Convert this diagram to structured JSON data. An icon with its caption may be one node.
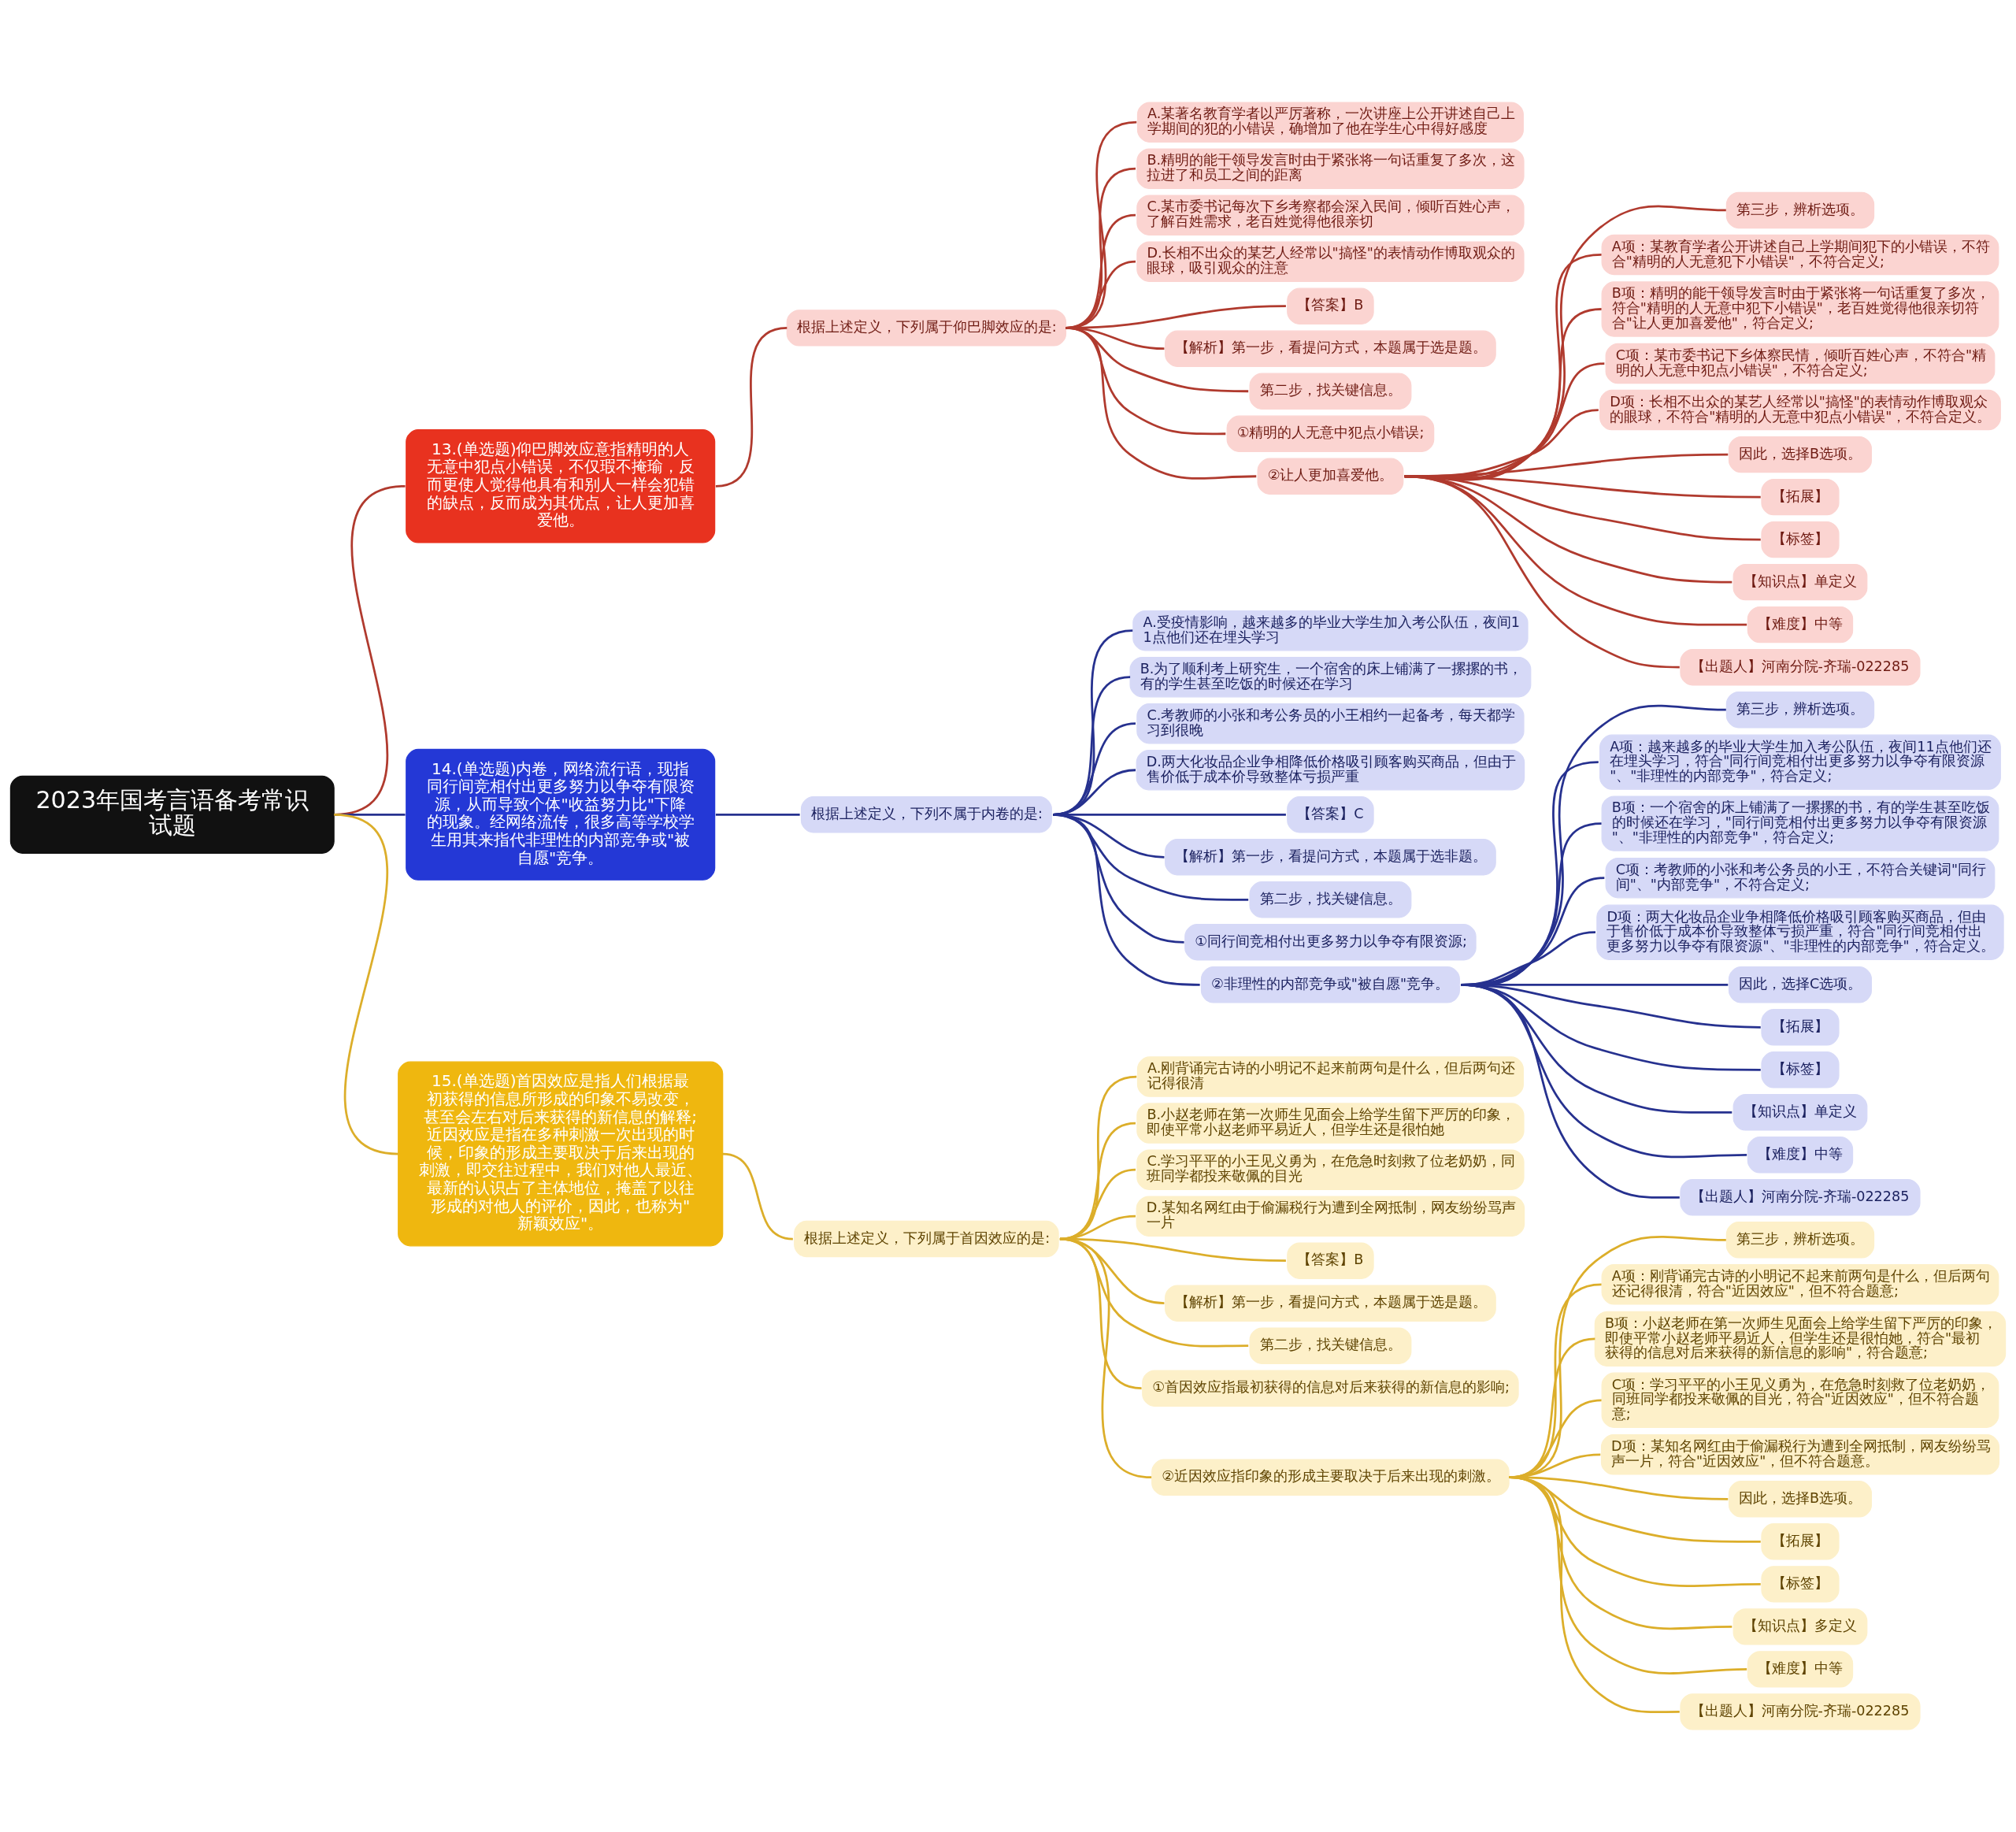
{
  "diagram": {
    "nodes": [
      {
        "text": [
          "2023年国考言语备考常识试题"
        ]
      },
      {
        "text": [
          "13.(单选题)仰巴脚效应意指精明的人无意中犯点小错误，不仅瑕不掩瑜，反而更使人觉得他具有和别人一样会犯错的缺点，反而成为其优点，让人更加喜爱他。"
        ]
      },
      {
        "text": [
          "根据上述定义，下列属于仰巴脚效应的是:"
        ]
      },
      {
        "text": [
          "A.某著名教育学者以严厉著称，一次讲座上公开讲述自己上学期间的犯的小错误，确增加了他在学生心中得好感度"
        ]
      },
      {
        "text": [
          "B.精明的能干领导发言时由于紧张将一句话重复了多次，这拉进了和员工之间的距离"
        ]
      },
      {
        "text": [
          "C.某市委书记每次下乡考察都会深入民间，倾听百姓心声，了解百姓需求，老百姓觉得他很亲切"
        ]
      },
      {
        "text": [
          "D.长相不出众的某艺人经常以\"搞怪\"的表情动作博取观众的眼球，吸引观众的注意"
        ]
      },
      {
        "text": [
          "【答案】B"
        ]
      },
      {
        "text": [
          "【解析】第一步，看提问方式，本题属于选是题。"
        ]
      },
      {
        "text": [
          "第二步，找关键信息。"
        ]
      },
      {
        "text": [
          "①精明的人无意中犯点小错误;"
        ]
      },
      {
        "text": [
          "②让人更加喜爱他。"
        ]
      },
      {
        "text": [
          "第三步，辨析选项。"
        ]
      },
      {
        "text": [
          "A项：某教育学者公开讲述自己上学期间犯下的小错误，不符合\"精明的人无意犯下小错误\"，不符合定义;"
        ]
      },
      {
        "text": [
          "B项：精明的能干领导发言时由于紧张将一句话重复了多次，符合\"精明的人无意中犯下小错误\"，老百姓觉得他很亲切符合\"让人更加喜爱他\"，符合定义;"
        ]
      },
      {
        "text": [
          "C项：某市委书记下乡体察民情，倾听百姓心声，不符合\"精明的人无意中犯点小错误\"，不符合定义;"
        ]
      },
      {
        "text": [
          "D项：长相不出众的某艺人经常以\"搞怪\"的表情动作博取观众的眼球，不符合\"精明的人无意中犯点小错误\"，不符合定义。"
        ]
      },
      {
        "text": [
          "因此，选择B选项。"
        ]
      },
      {
        "text": [
          "【拓展】"
        ]
      },
      {
        "text": [
          "【标签】"
        ]
      },
      {
        "text": [
          "【知识点】单定义"
        ]
      },
      {
        "text": [
          "【难度】中等"
        ]
      },
      {
        "text": [
          "【出题人】河南分院-齐瑞-022285"
        ]
      },
      {
        "text": [
          "14.(单选题)内卷，网络流行语，现指同行间竞相付出更多努力以争夺有限资源，从而导致个体\"收益努力比\"下降的现象。经网络流传，很多高等学校学生用其来指代非理性的内部竞争或\"被自愿\"竞争。"
        ]
      },
      {
        "text": [
          "根据上述定义，下列不属于内卷的是:"
        ]
      },
      {
        "text": [
          "A.受疫情影响，越来越多的毕业大学生加入考公队伍，夜间11点他们还在埋头学习"
        ]
      },
      {
        "text": [
          "B.为了顺利考上研究生，一个宿舍的床上铺满了一摞摞的书，有的学生甚至吃饭的时候还在学习"
        ]
      },
      {
        "text": [
          "C.考教师的小张和考公务员的小王相约一起备考，每天都学习到很晚"
        ]
      },
      {
        "text": [
          "D.两大化妆品企业争相降低价格吸引顾客购买商品，但由于售价低于成本价导致整体亏损严重"
        ]
      },
      {
        "text": [
          "【答案】C"
        ]
      },
      {
        "text": [
          "【解析】第一步，看提问方式，本题属于选非题。"
        ]
      },
      {
        "text": [
          "第二步，找关键信息。"
        ]
      },
      {
        "text": [
          "①同行间竞相付出更多努力以争夺有限资源;"
        ]
      },
      {
        "text": [
          "②非理性的内部竞争或\"被自愿\"竞争。"
        ]
      },
      {
        "text": [
          "第三步，辨析选项。"
        ]
      },
      {
        "text": [
          "A项：越来越多的毕业大学生加入考公队伍，夜间11点他们还在埋头学习，符合\"同行间竞相付出更多努力以争夺有限资源\"、\"非理性的内部竞争\"，符合定义;"
        ]
      },
      {
        "text": [
          "B项：一个宿舍的床上铺满了一摞摞的书，有的学生甚至吃饭的时候还在学习，\"同行间竞相付出更多努力以争夺有限资源\"、\"非理性的内部竞争\"，符合定义;"
        ]
      },
      {
        "text": [
          "C项：考教师的小张和考公务员的小王，不符合关键词\"同行间\"、\"内部竞争\"，不符合定义;"
        ]
      },
      {
        "text": [
          "D项：两大化妆品企业争相降低价格吸引顾客购买商品，但由于售价低于成本价导致整体亏损严重，符合\"同行间竞相付出更多努力以争夺有限资源\"、\"非理性的内部竞争\"，符合定义。"
        ]
      },
      {
        "text": [
          "因此，选择C选项。"
        ]
      },
      {
        "text": [
          "【拓展】"
        ]
      },
      {
        "text": [
          "【标签】"
        ]
      },
      {
        "text": [
          "【知识点】单定义"
        ]
      },
      {
        "text": [
          "【难度】中等"
        ]
      },
      {
        "text": [
          "【出题人】河南分院-齐瑞-022285"
        ]
      },
      {
        "text": [
          "15.(单选题)首因效应是指人们根据最初获得的信息所形成的印象不易改变，甚至会左右对后来获得的新信息的解释;近因效应是指在多种刺激一次出现的时候，印象的形成主要取决于后来出现的刺激，即交往过程中，我们对他人最近、最新的认识占了主体地位，掩盖了以往形成的对他人的评价，因此，也称为\"新颖效应\"。"
        ]
      },
      {
        "text": [
          "根据上述定义，下列属于首因效应的是:"
        ]
      },
      {
        "text": [
          "A.刚背诵完古诗的小明记不起来前两句是什么，但后两句还记得很清"
        ]
      },
      {
        "text": [
          "B.小赵老师在第一次师生见面会上给学生留下严厉的印象，即使平常小赵老师平易近人，但学生还是很怕她"
        ]
      },
      {
        "text": [
          "C.学习平平的小王见义勇为，在危急时刻救了位老奶奶，同班同学都投来敬佩的目光"
        ]
      },
      {
        "text": [
          "D.某知名网红由于偷漏税行为遭到全网抵制，网友纷纷骂声一片"
        ]
      },
      {
        "text": [
          "【答案】B"
        ]
      },
      {
        "text": [
          "【解析】第一步，看提问方式，本题属于选是题。"
        ]
      },
      {
        "text": [
          "第二步，找关键信息。"
        ]
      },
      {
        "text": [
          "①首因效应指最初获得的信息对后来获得的新信息的影响;"
        ]
      },
      {
        "text": [
          "②近因效应指印象的形成主要取决于后来出现的刺激。"
        ]
      },
      {
        "text": [
          "第三步，辨析选项。"
        ]
      },
      {
        "text": [
          "A项：刚背诵完古诗的小明记不起来前两句是什么，但后两句还记得很清，符合\"近因效应\"，但不符合题意;"
        ]
      },
      {
        "text": [
          "B项：小赵老师在第一次师生见面会上给学生留下严厉的印象，即使平常小赵老师平易近人，但学生还是很怕她，符合\"最初获得的信息对后来获得的新信息的影响\"，符合题意;"
        ]
      },
      {
        "text": [
          "C项：学习平平的小王见义勇为，在危急时刻救了位老奶奶，同班同学都投来敬佩的目光，符合\"近因效应\"，但不符合题意;"
        ]
      },
      {
        "text": [
          "D项：某知名网红由于偷漏税行为遭到全网抵制，网友纷纷骂声一片，符合\"近因效应\"，但不符合题意。"
        ]
      },
      {
        "text": [
          "因此，选择B选项。"
        ]
      },
      {
        "text": [
          "【拓展】"
        ]
      },
      {
        "text": [
          "【标签】"
        ]
      },
      {
        "text": [
          "【知识点】多定义"
        ]
      },
      {
        "text": [
          "【难度】中等"
        ]
      },
      {
        "text": [
          "【出题人】河南分院-齐瑞-022285"
        ]
      }
    ],
    "edges": [
      {
        "from": 0,
        "to": 1,
        "arrow": "none",
        "color": "#b03a2e"
      },
      {
        "from": 1,
        "to": 2,
        "arrow": "none",
        "color": "#b03a2e"
      },
      {
        "from": 2,
        "to": 3,
        "arrow": "none",
        "color": "#b03a2e"
      },
      {
        "from": 2,
        "to": 4,
        "arrow": "none",
        "color": "#b03a2e"
      },
      {
        "from": 2,
        "to": 5,
        "arrow": "none",
        "color": "#b03a2e"
      },
      {
        "from": 2,
        "to": 6,
        "arrow": "none",
        "color": "#b03a2e"
      },
      {
        "from": 2,
        "to": 7,
        "arrow": "none",
        "color": "#b03a2e"
      },
      {
        "from": 2,
        "to": 8,
        "arrow": "none",
        "color": "#b03a2e"
      },
      {
        "from": 2,
        "to": 9,
        "arrow": "none",
        "color": "#b03a2e"
      },
      {
        "from": 2,
        "to": 10,
        "arrow": "none",
        "color": "#b03a2e"
      },
      {
        "from": 2,
        "to": 11,
        "arrow": "none",
        "color": "#b03a2e"
      },
      {
        "from": 11,
        "to": 12,
        "arrow": "none",
        "color": "#b03a2e"
      },
      {
        "from": 11,
        "to": 13,
        "arrow": "none",
        "color": "#b03a2e"
      },
      {
        "from": 11,
        "to": 14,
        "arrow": "none",
        "color": "#b03a2e"
      },
      {
        "from": 11,
        "to": 15,
        "arrow": "none",
        "color": "#b03a2e"
      },
      {
        "from": 11,
        "to": 16,
        "arrow": "none",
        "color": "#b03a2e"
      },
      {
        "from": 11,
        "to": 17,
        "arrow": "none",
        "color": "#b03a2e"
      },
      {
        "from": 11,
        "to": 18,
        "arrow": "none",
        "color": "#b03a2e"
      },
      {
        "from": 11,
        "to": 19,
        "arrow": "none",
        "color": "#b03a2e"
      },
      {
        "from": 11,
        "to": 20,
        "arrow": "none",
        "color": "#b03a2e"
      },
      {
        "from": 11,
        "to": 21,
        "arrow": "none",
        "color": "#b03a2e"
      },
      {
        "from": 11,
        "to": 22,
        "arrow": "none",
        "color": "#b03a2e"
      },
      {
        "from": 0,
        "to": 23,
        "arrow": "none",
        "color": "#26318f"
      },
      {
        "from": 23,
        "to": 24,
        "arrow": "none",
        "color": "#26318f"
      },
      {
        "from": 24,
        "to": 25,
        "arrow": "none",
        "color": "#26318f"
      },
      {
        "from": 24,
        "to": 26,
        "arrow": "none",
        "color": "#26318f"
      },
      {
        "from": 24,
        "to": 27,
        "arrow": "none",
        "color": "#26318f"
      },
      {
        "from": 24,
        "to": 28,
        "arrow": "none",
        "color": "#26318f"
      },
      {
        "from": 24,
        "to": 29,
        "arrow": "none",
        "color": "#26318f"
      },
      {
        "from": 24,
        "to": 30,
        "arrow": "none",
        "color": "#26318f"
      },
      {
        "from": 24,
        "to": 31,
        "arrow": "none",
        "color": "#26318f"
      },
      {
        "from": 24,
        "to": 32,
        "arrow": "none",
        "color": "#26318f"
      },
      {
        "from": 24,
        "to": 33,
        "arrow": "none",
        "color": "#26318f"
      },
      {
        "from": 33,
        "to": 34,
        "arrow": "none",
        "color": "#26318f"
      },
      {
        "from": 33,
        "to": 35,
        "arrow": "none",
        "color": "#26318f"
      },
      {
        "from": 33,
        "to": 36,
        "arrow": "none",
        "color": "#26318f"
      },
      {
        "from": 33,
        "to": 37,
        "arrow": "none",
        "color": "#26318f"
      },
      {
        "from": 33,
        "to": 38,
        "arrow": "none",
        "color": "#26318f"
      },
      {
        "from": 33,
        "to": 39,
        "arrow": "none",
        "color": "#26318f"
      },
      {
        "from": 33,
        "to": 40,
        "arrow": "none",
        "color": "#26318f"
      },
      {
        "from": 33,
        "to": 41,
        "arrow": "none",
        "color": "#26318f"
      },
      {
        "from": 33,
        "to": 42,
        "arrow": "none",
        "color": "#26318f"
      },
      {
        "from": 33,
        "to": 43,
        "arrow": "none",
        "color": "#26318f"
      },
      {
        "from": 33,
        "to": 44,
        "arrow": "none",
        "color": "#26318f"
      },
      {
        "from": 0,
        "to": 45,
        "arrow": "none",
        "color": "#dcae2a"
      },
      {
        "from": 45,
        "to": 46,
        "arrow": "none",
        "color": "#dcae2a"
      },
      {
        "from": 46,
        "to": 47,
        "arrow": "none",
        "color": "#dcae2a"
      },
      {
        "from": 46,
        "to": 48,
        "arrow": "none",
        "color": "#dcae2a"
      },
      {
        "from": 46,
        "to": 49,
        "arrow": "none",
        "color": "#dcae2a"
      },
      {
        "from": 46,
        "to": 50,
        "arrow": "none",
        "color": "#dcae2a"
      },
      {
        "from": 46,
        "to": 51,
        "arrow": "none",
        "color": "#dcae2a"
      },
      {
        "from": 46,
        "to": 52,
        "arrow": "none",
        "color": "#dcae2a"
      },
      {
        "from": 46,
        "to": 53,
        "arrow": "none",
        "color": "#dcae2a"
      },
      {
        "from": 46,
        "to": 54,
        "arrow": "none",
        "color": "#dcae2a"
      },
      {
        "from": 46,
        "to": 55,
        "arrow": "none",
        "color": "#dcae2a"
      },
      {
        "from": 55,
        "to": 56,
        "arrow": "none",
        "color": "#dcae2a"
      },
      {
        "from": 55,
        "to": 57,
        "arrow": "none",
        "color": "#dcae2a"
      },
      {
        "from": 55,
        "to": 58,
        "arrow": "none",
        "color": "#dcae2a"
      },
      {
        "from": 55,
        "to": 59,
        "arrow": "none",
        "color": "#dcae2a"
      },
      {
        "from": 55,
        "to": 60,
        "arrow": "none",
        "color": "#dcae2a"
      },
      {
        "from": 55,
        "to": 61,
        "arrow": "none",
        "color": "#dcae2a"
      },
      {
        "from": 55,
        "to": 62,
        "arrow": "none",
        "color": "#dcae2a"
      },
      {
        "from": 55,
        "to": 63,
        "arrow": "none",
        "color": "#dcae2a"
      },
      {
        "from": 55,
        "to": 64,
        "arrow": "none",
        "color": "#dcae2a"
      },
      {
        "from": 55,
        "to": 65,
        "arrow": "none",
        "color": "#dcae2a"
      },
      {
        "from": 55,
        "to": 66,
        "arrow": "none",
        "color": "#dcae2a"
      }
    ]
  }
}
